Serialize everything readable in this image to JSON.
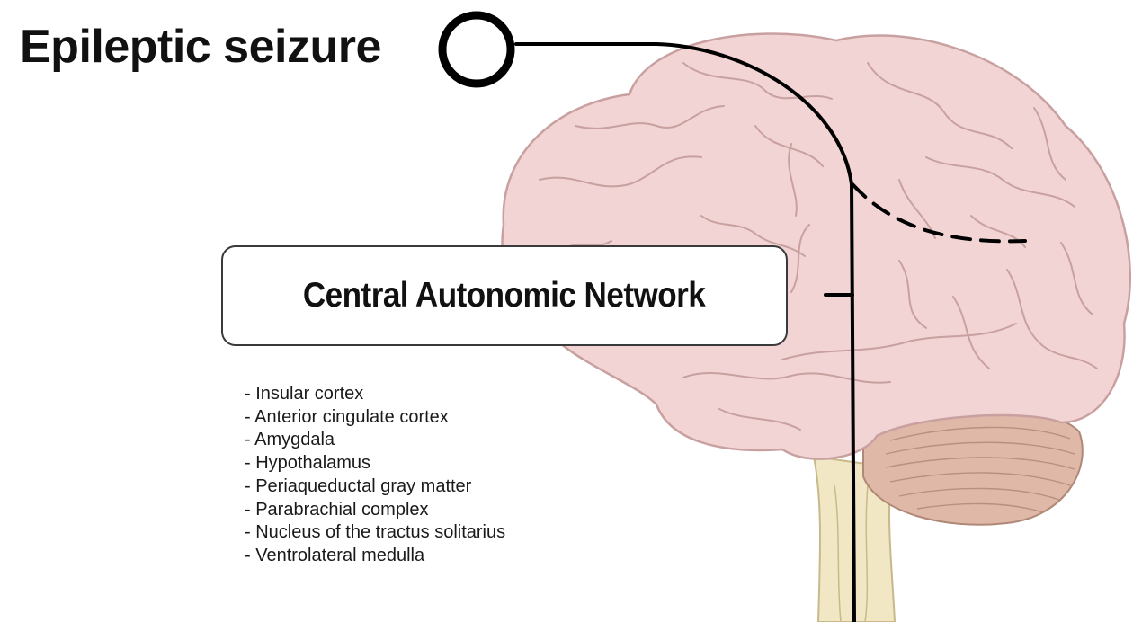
{
  "title": "Epileptic seizure",
  "network": {
    "label": "Central Autonomic Network",
    "regions": [
      "- Insular cortex",
      "- Anterior cingulate cortex",
      "- Amygdala",
      "- Hypothalamus",
      "- Periaqueductal gray matter",
      "- Parabrachial complex",
      "- Nucleus of the tractus solitarius",
      "- Ventrolateral medulla"
    ]
  },
  "colors": {
    "brain_fill": "#f2d4d4",
    "brain_outline": "#c9a0a0",
    "cerebellum_fill": "#dfb8a8",
    "brainstem_fill": "#f1e7c4",
    "lines": "#000000"
  }
}
